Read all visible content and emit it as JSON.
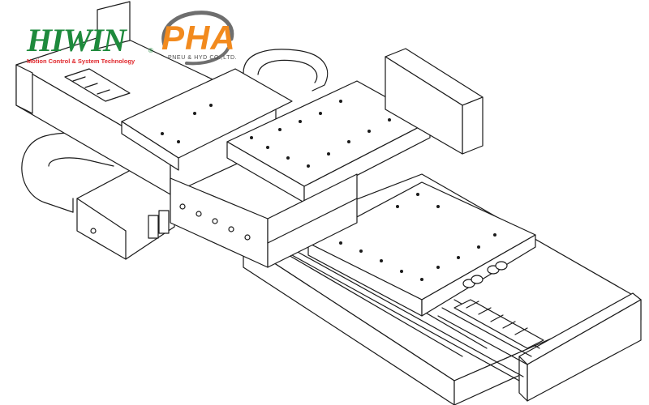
{
  "logos": {
    "hiwin": {
      "word": "HIWIN",
      "registered": "®",
      "tagline": "Motion Control & System Technology",
      "color_word": "#1e8a3c",
      "color_tagline": "#e0262b"
    },
    "pha": {
      "word": "PHA",
      "subtitle": "PNEU & HYD CO.,LTD.",
      "color_word": "#f28a1e",
      "color_ring": "#6e6e6e"
    }
  },
  "drawing": {
    "subject": "linear-motor-xy-stage-line-drawing",
    "line_color": "#1a1a1a",
    "fill_color": "#ffffff"
  }
}
